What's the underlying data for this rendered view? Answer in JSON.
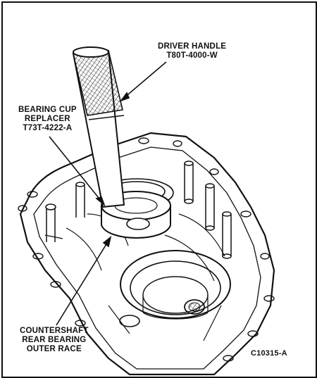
{
  "labels": {
    "driver_handle": {
      "line1": "DRIVER HANDLE",
      "line2": "T80T-4000-W"
    },
    "bearing_cup_replacer": {
      "line1": "BEARING CUP",
      "line2": "REPLACER",
      "line3": "T73T-4222-A"
    },
    "countershaft_race": {
      "line1": "COUNTERSHAFT",
      "line2": "REAR BEARING",
      "line3": "OUTER RACE"
    }
  },
  "figure_id": "C10315-A"
}
